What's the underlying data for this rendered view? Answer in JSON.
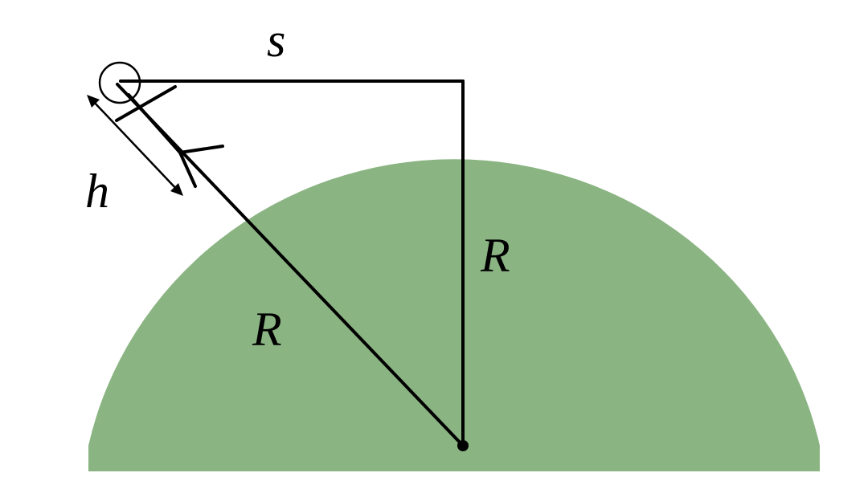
{
  "labels": {
    "s": "s",
    "h": "h",
    "r_vertical": "R",
    "r_diagonal": "R"
  },
  "colors": {
    "earth": "#8bb483",
    "lines": "#000000"
  }
}
